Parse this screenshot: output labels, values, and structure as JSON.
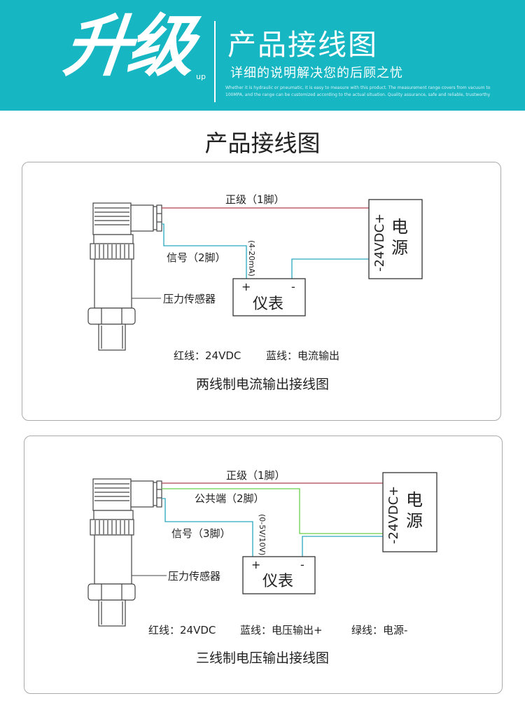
{
  "header": {
    "logo": "升级",
    "logo_sub": "up",
    "title": "产品接线图",
    "subtitle": "详细的说明解决您的后顾之忧",
    "description": "Whether it is hydraulic or pneumatic, it is easy to measure with this product. The measurement range covers from vacuum to 100MPA, and the range can be customized according to the actual situation. Quality assurance, safe and reliable, trustworthy"
  },
  "section_title": "产品接线图",
  "diagram1": {
    "wire_pin1": "正级（1脚）",
    "wire_pin2": "信号（2脚）",
    "signal_range": "(4-20mA)",
    "sensor_label": "压力传感器",
    "meter_label": "仪表",
    "meter_plus": "+",
    "meter_minus": "-",
    "power_label_1": "电",
    "power_label_2": "源",
    "power_voltage": "-24VDC+",
    "legend_red": "红线：24VDC",
    "legend_blue": "蓝线：电流输出",
    "caption": "两线制电流输出接线图"
  },
  "diagram2": {
    "wire_pin1": "正级（1脚）",
    "wire_pin2": "公共端（2脚）",
    "wire_pin3": "信号（3脚）",
    "signal_range": "(0-5V/10V)",
    "sensor_label": "压力传感器",
    "meter_label": "仪表",
    "meter_plus": "+",
    "meter_minus": "-",
    "power_label_1": "电",
    "power_label_2": "源",
    "power_voltage": "-24VDC+",
    "legend_red": "红线：24VDC",
    "legend_blue": "蓝线：电压输出+",
    "legend_green": "绿线：电源-",
    "caption": "三线制电压输出接线图"
  },
  "colors": {
    "header": "#16b6c3",
    "red_wire": "#b04050",
    "blue_wire": "#2aa6c0",
    "green_wire": "#6ad04a"
  }
}
